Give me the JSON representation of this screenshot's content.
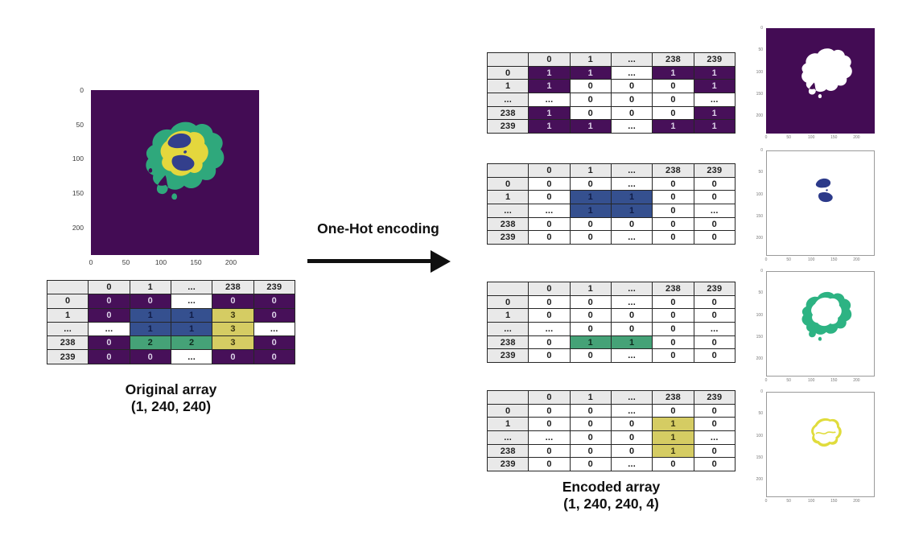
{
  "colors": {
    "table": {
      "purple": "#471059",
      "blue": "#35508f",
      "green": "#45a277",
      "yellow": "#d5cc63",
      "header_bg": "#e9e9e9",
      "border": "#262626",
      "purple_text": "#dcd2e8"
    },
    "plot": {
      "purple_bg": "#430c54",
      "green": "#2fa87c",
      "yellow": "#e4d73d",
      "blue": "#333f8c",
      "mask_white": "#ffffff",
      "img_blue": "#2c3a8a",
      "img_green": "#2db383",
      "img_yellow": "#e0dc3c"
    }
  },
  "labels": {
    "arrow": "One-Hot encoding",
    "original_title": "Original array",
    "original_shape": "(1, 240, 240)",
    "encoded_title": "Encoded array",
    "encoded_shape": "(1, 240, 240, 4)"
  },
  "left_plot": {
    "yticks": [
      "0",
      "50",
      "100",
      "150",
      "200"
    ],
    "xticks": [
      "0",
      "50",
      "100",
      "150",
      "200"
    ]
  },
  "small_plot_ticks": {
    "yticks": [
      "0",
      "50",
      "100",
      "150",
      "200"
    ],
    "xticks": [
      "0",
      "50",
      "100",
      "150",
      "200"
    ]
  },
  "original_table": {
    "col_headers": [
      "",
      "0",
      "1",
      "...",
      "238",
      "239"
    ],
    "rows": [
      {
        "h": "0",
        "cells": [
          {
            "v": "0",
            "c": "purple"
          },
          {
            "v": "0",
            "c": "purple"
          },
          {
            "v": "...",
            "c": "white"
          },
          {
            "v": "0",
            "c": "purple"
          },
          {
            "v": "0",
            "c": "purple"
          }
        ]
      },
      {
        "h": "1",
        "cells": [
          {
            "v": "0",
            "c": "purple"
          },
          {
            "v": "1",
            "c": "blue"
          },
          {
            "v": "1",
            "c": "blue"
          },
          {
            "v": "3",
            "c": "yellow"
          },
          {
            "v": "0",
            "c": "purple"
          }
        ]
      },
      {
        "h": "...",
        "cells": [
          {
            "v": "...",
            "c": "white"
          },
          {
            "v": "1",
            "c": "blue"
          },
          {
            "v": "1",
            "c": "blue"
          },
          {
            "v": "3",
            "c": "yellow"
          },
          {
            "v": "...",
            "c": "white"
          }
        ]
      },
      {
        "h": "238",
        "cells": [
          {
            "v": "0",
            "c": "purple"
          },
          {
            "v": "2",
            "c": "green"
          },
          {
            "v": "2",
            "c": "green"
          },
          {
            "v": "3",
            "c": "yellow"
          },
          {
            "v": "0",
            "c": "purple"
          }
        ]
      },
      {
        "h": "239",
        "cells": [
          {
            "v": "0",
            "c": "purple"
          },
          {
            "v": "0",
            "c": "purple"
          },
          {
            "v": "...",
            "c": "white"
          },
          {
            "v": "0",
            "c": "purple"
          },
          {
            "v": "0",
            "c": "purple"
          }
        ]
      }
    ]
  },
  "encoded_tables": [
    {
      "name": "channel-0",
      "col_headers": [
        "",
        "0",
        "1",
        "...",
        "238",
        "239"
      ],
      "rows": [
        {
          "h": "0",
          "cells": [
            {
              "v": "1",
              "c": "purple"
            },
            {
              "v": "1",
              "c": "purple"
            },
            {
              "v": "...",
              "c": "white"
            },
            {
              "v": "1",
              "c": "purple"
            },
            {
              "v": "1",
              "c": "purple"
            }
          ]
        },
        {
          "h": "1",
          "cells": [
            {
              "v": "1",
              "c": "purple"
            },
            {
              "v": "0",
              "c": "white"
            },
            {
              "v": "0",
              "c": "white"
            },
            {
              "v": "0",
              "c": "white"
            },
            {
              "v": "1",
              "c": "purple"
            }
          ]
        },
        {
          "h": "...",
          "cells": [
            {
              "v": "...",
              "c": "white"
            },
            {
              "v": "0",
              "c": "white"
            },
            {
              "v": "0",
              "c": "white"
            },
            {
              "v": "0",
              "c": "white"
            },
            {
              "v": "...",
              "c": "white"
            }
          ]
        },
        {
          "h": "238",
          "cells": [
            {
              "v": "1",
              "c": "purple"
            },
            {
              "v": "0",
              "c": "white"
            },
            {
              "v": "0",
              "c": "white"
            },
            {
              "v": "0",
              "c": "white"
            },
            {
              "v": "1",
              "c": "purple"
            }
          ]
        },
        {
          "h": "239",
          "cells": [
            {
              "v": "1",
              "c": "purple"
            },
            {
              "v": "1",
              "c": "purple"
            },
            {
              "v": "...",
              "c": "white"
            },
            {
              "v": "1",
              "c": "purple"
            },
            {
              "v": "1",
              "c": "purple"
            }
          ]
        }
      ]
    },
    {
      "name": "channel-1",
      "col_headers": [
        "",
        "0",
        "1",
        "...",
        "238",
        "239"
      ],
      "rows": [
        {
          "h": "0",
          "cells": [
            {
              "v": "0",
              "c": "white"
            },
            {
              "v": "0",
              "c": "white"
            },
            {
              "v": "...",
              "c": "white"
            },
            {
              "v": "0",
              "c": "white"
            },
            {
              "v": "0",
              "c": "white"
            }
          ]
        },
        {
          "h": "1",
          "cells": [
            {
              "v": "0",
              "c": "white"
            },
            {
              "v": "1",
              "c": "blue"
            },
            {
              "v": "1",
              "c": "blue"
            },
            {
              "v": "0",
              "c": "white"
            },
            {
              "v": "0",
              "c": "white"
            }
          ]
        },
        {
          "h": "...",
          "cells": [
            {
              "v": "...",
              "c": "white"
            },
            {
              "v": "1",
              "c": "blue"
            },
            {
              "v": "1",
              "c": "blue"
            },
            {
              "v": "0",
              "c": "white"
            },
            {
              "v": "...",
              "c": "white"
            }
          ]
        },
        {
          "h": "238",
          "cells": [
            {
              "v": "0",
              "c": "white"
            },
            {
              "v": "0",
              "c": "white"
            },
            {
              "v": "0",
              "c": "white"
            },
            {
              "v": "0",
              "c": "white"
            },
            {
              "v": "0",
              "c": "white"
            }
          ]
        },
        {
          "h": "239",
          "cells": [
            {
              "v": "0",
              "c": "white"
            },
            {
              "v": "0",
              "c": "white"
            },
            {
              "v": "...",
              "c": "white"
            },
            {
              "v": "0",
              "c": "white"
            },
            {
              "v": "0",
              "c": "white"
            }
          ]
        }
      ]
    },
    {
      "name": "channel-2",
      "col_headers": [
        "",
        "0",
        "1",
        "...",
        "238",
        "239"
      ],
      "rows": [
        {
          "h": "0",
          "cells": [
            {
              "v": "0",
              "c": "white"
            },
            {
              "v": "0",
              "c": "white"
            },
            {
              "v": "...",
              "c": "white"
            },
            {
              "v": "0",
              "c": "white"
            },
            {
              "v": "0",
              "c": "white"
            }
          ]
        },
        {
          "h": "1",
          "cells": [
            {
              "v": "0",
              "c": "white"
            },
            {
              "v": "0",
              "c": "white"
            },
            {
              "v": "0",
              "c": "white"
            },
            {
              "v": "0",
              "c": "white"
            },
            {
              "v": "0",
              "c": "white"
            }
          ]
        },
        {
          "h": "...",
          "cells": [
            {
              "v": "...",
              "c": "white"
            },
            {
              "v": "0",
              "c": "white"
            },
            {
              "v": "0",
              "c": "white"
            },
            {
              "v": "0",
              "c": "white"
            },
            {
              "v": "...",
              "c": "white"
            }
          ]
        },
        {
          "h": "238",
          "cells": [
            {
              "v": "0",
              "c": "white"
            },
            {
              "v": "1",
              "c": "green"
            },
            {
              "v": "1",
              "c": "green"
            },
            {
              "v": "0",
              "c": "white"
            },
            {
              "v": "0",
              "c": "white"
            }
          ]
        },
        {
          "h": "239",
          "cells": [
            {
              "v": "0",
              "c": "white"
            },
            {
              "v": "0",
              "c": "white"
            },
            {
              "v": "...",
              "c": "white"
            },
            {
              "v": "0",
              "c": "white"
            },
            {
              "v": "0",
              "c": "white"
            }
          ]
        }
      ]
    },
    {
      "name": "channel-3",
      "col_headers": [
        "",
        "0",
        "1",
        "...",
        "238",
        "239"
      ],
      "rows": [
        {
          "h": "0",
          "cells": [
            {
              "v": "0",
              "c": "white"
            },
            {
              "v": "0",
              "c": "white"
            },
            {
              "v": "...",
              "c": "white"
            },
            {
              "v": "0",
              "c": "white"
            },
            {
              "v": "0",
              "c": "white"
            }
          ]
        },
        {
          "h": "1",
          "cells": [
            {
              "v": "0",
              "c": "white"
            },
            {
              "v": "0",
              "c": "white"
            },
            {
              "v": "0",
              "c": "white"
            },
            {
              "v": "1",
              "c": "yellow"
            },
            {
              "v": "0",
              "c": "white"
            }
          ]
        },
        {
          "h": "...",
          "cells": [
            {
              "v": "...",
              "c": "white"
            },
            {
              "v": "0",
              "c": "white"
            },
            {
              "v": "0",
              "c": "white"
            },
            {
              "v": "1",
              "c": "yellow"
            },
            {
              "v": "...",
              "c": "white"
            }
          ]
        },
        {
          "h": "238",
          "cells": [
            {
              "v": "0",
              "c": "white"
            },
            {
              "v": "0",
              "c": "white"
            },
            {
              "v": "0",
              "c": "white"
            },
            {
              "v": "1",
              "c": "yellow"
            },
            {
              "v": "0",
              "c": "white"
            }
          ]
        },
        {
          "h": "239",
          "cells": [
            {
              "v": "0",
              "c": "white"
            },
            {
              "v": "0",
              "c": "white"
            },
            {
              "v": "...",
              "c": "white"
            },
            {
              "v": "0",
              "c": "white"
            },
            {
              "v": "0",
              "c": "white"
            }
          ]
        }
      ]
    }
  ]
}
